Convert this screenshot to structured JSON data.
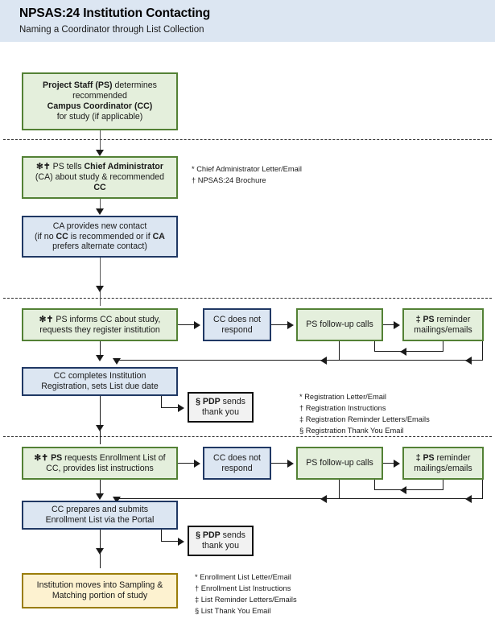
{
  "header": {
    "title": "NPSAS:24 Institution Contacting",
    "subtitle": "Naming a Coordinator through List Collection",
    "bg_color": "#dce6f2"
  },
  "colors": {
    "green_fill": "#e4efdc",
    "green_border": "#538135",
    "blue_fill": "#dce6f2",
    "blue_border": "#203864",
    "gray_fill": "#f2f2f2",
    "gray_border": "#0d0d0d",
    "tan_fill": "#fdf2d0",
    "tan_border": "#9a7d0a"
  },
  "nodes": {
    "project_staff": {
      "line1_bold": "Project Staff (PS)",
      "line1_rest": " determines",
      "line2": "recommended",
      "line3_bold": "Campus Coordinator (CC)",
      "line4": "for study (if applicable)"
    },
    "ps_tells_ca": {
      "markers": "✻✝",
      "line1_pre": " PS tells ",
      "line1_bold": "Chief Administrator",
      "line2": "(CA) about study & recommended",
      "line3": "CC"
    },
    "ca_new_contact": {
      "line1": "CA provides new contact",
      "line2_pre": "(if no ",
      "line2_bold": "CC",
      "line2_mid": " is recommended or if ",
      "line2_bold2": "CA",
      "line3": "prefers alternate contact)"
    },
    "ps_informs_cc": {
      "markers": "✻✝",
      "line1": "  PS informs CC about study,",
      "line2": "requests they register institution"
    },
    "cc_no_respond_reg": {
      "line1": "CC does not",
      "line2": "respond"
    },
    "ps_followup_reg": {
      "line1": "PS follow-up calls"
    },
    "ps_reminder_reg": {
      "marker": "‡",
      "line1_bold": " PS",
      "line1_rest": " reminder",
      "line2": "mailings/emails"
    },
    "cc_completes_reg": {
      "line1": "CC completes Institution",
      "line2": "Registration, sets List due date"
    },
    "pdp_thanks_reg": {
      "marker": "§",
      "line1_bold": " PDP",
      "line1_rest": " sends",
      "line2": "thank you"
    },
    "ps_requests_list": {
      "markers": "✻✝",
      "line1_bold": " PS",
      "line1_rest": " requests Enrollment List of",
      "line2": "CC, provides list instructions"
    },
    "cc_no_respond_list": {
      "line1": "CC does not",
      "line2": "respond"
    },
    "ps_followup_list": {
      "line1": "PS follow-up calls"
    },
    "ps_reminder_list": {
      "marker": "‡",
      "line1_bold": " PS",
      "line1_rest": " reminder",
      "line2": "mailings/emails"
    },
    "cc_submits_list": {
      "line1": "CC prepares and submits",
      "line2": "Enrollment List via the Portal"
    },
    "pdp_thanks_list": {
      "marker": "§",
      "line1_bold": " PDP",
      "line1_rest": " sends",
      "line2": "thank you"
    },
    "institution_sampling": {
      "line1": "Institution moves into Sampling &",
      "line2": "Matching portion of study"
    }
  },
  "notes": {
    "ca_notes": [
      "* Chief Administrator Letter/Email",
      "† NPSAS:24 Brochure"
    ],
    "registration_notes": [
      "* Registration Letter/Email",
      "† Registration Instructions",
      "‡ Registration Reminder Letters/Emails",
      "§ Registration Thank You Email"
    ],
    "enrollment_notes": [
      "* Enrollment List Letter/Email",
      "† Enrollment List Instructions",
      "‡ List Reminder Letters/Emails",
      "§ List Thank You Email"
    ]
  }
}
